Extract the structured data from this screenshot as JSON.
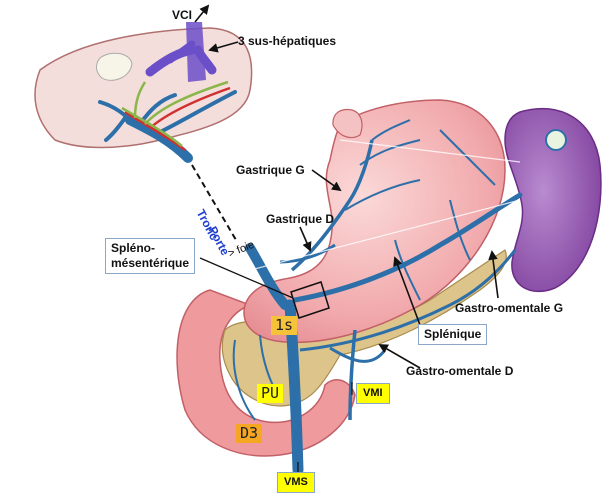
{
  "labels": {
    "vci": "VCI",
    "sus_hepatiques": "3 sus-hépatiques",
    "gastrique_g": "Gastrique G",
    "gastrique_d": "Gastrique D",
    "tronc": "Tronc",
    "porte": "Porte",
    "foie": "> foie",
    "spleno_line1": "Spléno-",
    "spleno_line2": "mésentérique",
    "gastro_omentale_g": "Gastro-omentale G",
    "splenique": "Splénique",
    "gastro_omentale_d": "Gastro-omentale D",
    "vmi": "VMI",
    "vms": "VMS"
  },
  "segments": {
    "d1": "1s",
    "d2": "PU",
    "d3": "D3"
  },
  "colors": {
    "liver": "#f3dedb",
    "stomach": "#f2b2b4",
    "spleen": "#9c5fb2",
    "pancreas": "#dcc48a",
    "vein": "#2d6fa8",
    "artery": "#d03030",
    "bile": "#8bb64a",
    "vci": "#6b4fc9",
    "portal_blue_text": "#1f3fd1",
    "yellow_box": "#ffff00",
    "orange_highlight": "#f5a623"
  }
}
